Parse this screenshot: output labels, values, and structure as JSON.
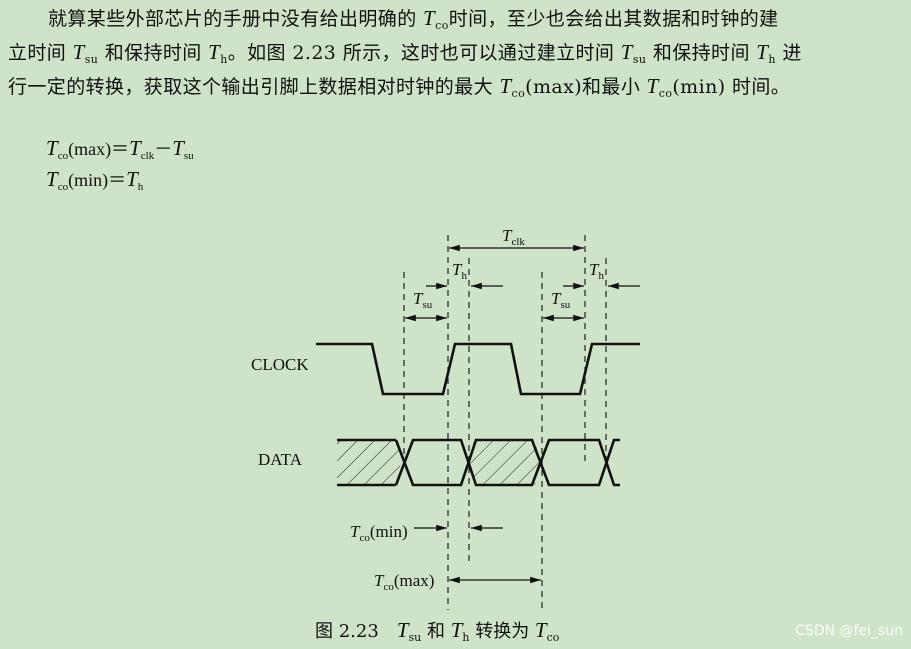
{
  "paragraph": {
    "line1_a": "就算某些外部芯片的手册中没有给出明确的 ",
    "line1_t": "T",
    "line1_sub": "co",
    "line1_b": "时间，至少也会给出其数据和时钟的建",
    "line2_a": "立时间 ",
    "line2_t1": "T",
    "line2_sub1": "su",
    "line2_b": " 和保持时间 ",
    "line2_t2": "T",
    "line2_sub2": "h",
    "line2_c": "。如图 2.23 所示，这时也可以通过建立时间 ",
    "line2_t3": "T",
    "line2_sub3": "su",
    "line2_d": " 和保持时间 ",
    "line2_t4": "T",
    "line2_sub4": "h",
    "line2_e": " 进",
    "line3_a": "行一定的转换，获取这个输出引脚上数据相对时钟的最大 ",
    "line3_t1": "T",
    "line3_sub1": "co",
    "line3_b": "(max)和最小 ",
    "line3_t2": "T",
    "line3_sub2": "co",
    "line3_c": "(min) 时间。"
  },
  "formulas": {
    "f1_t": "T",
    "f1_sub": "co",
    "f1_rest": "(max)＝",
    "f1_t2": "T",
    "f1_sub2": "clk",
    "f1_minus": "－",
    "f1_t3": "T",
    "f1_sub3": "su",
    "f2_t": "T",
    "f2_sub": "co",
    "f2_rest": "(min)＝",
    "f2_t2": "T",
    "f2_sub2": "h"
  },
  "diagram": {
    "clock_label": "CLOCK",
    "data_label": "DATA",
    "tclk_t": "T",
    "tclk_sub": "clk",
    "th_t": "T",
    "th_sub": "h",
    "tsu_t": "T",
    "tsu_sub": "su",
    "tco_t": "T",
    "tco_sub": "co",
    "tco_min_suffix": "(min)",
    "tco_max_suffix": "(max)"
  },
  "caption": {
    "prefix": "图 2.23　",
    "t1": "T",
    "sub1": "su",
    "mid": " 和 ",
    "t2": "T",
    "sub2": "h",
    "suffix": " 转换为 ",
    "t3": "T",
    "sub3": "co"
  },
  "watermark": "CSDN @fei_sun",
  "colors": {
    "background": "#cfe3c8",
    "ink": "#111111"
  }
}
